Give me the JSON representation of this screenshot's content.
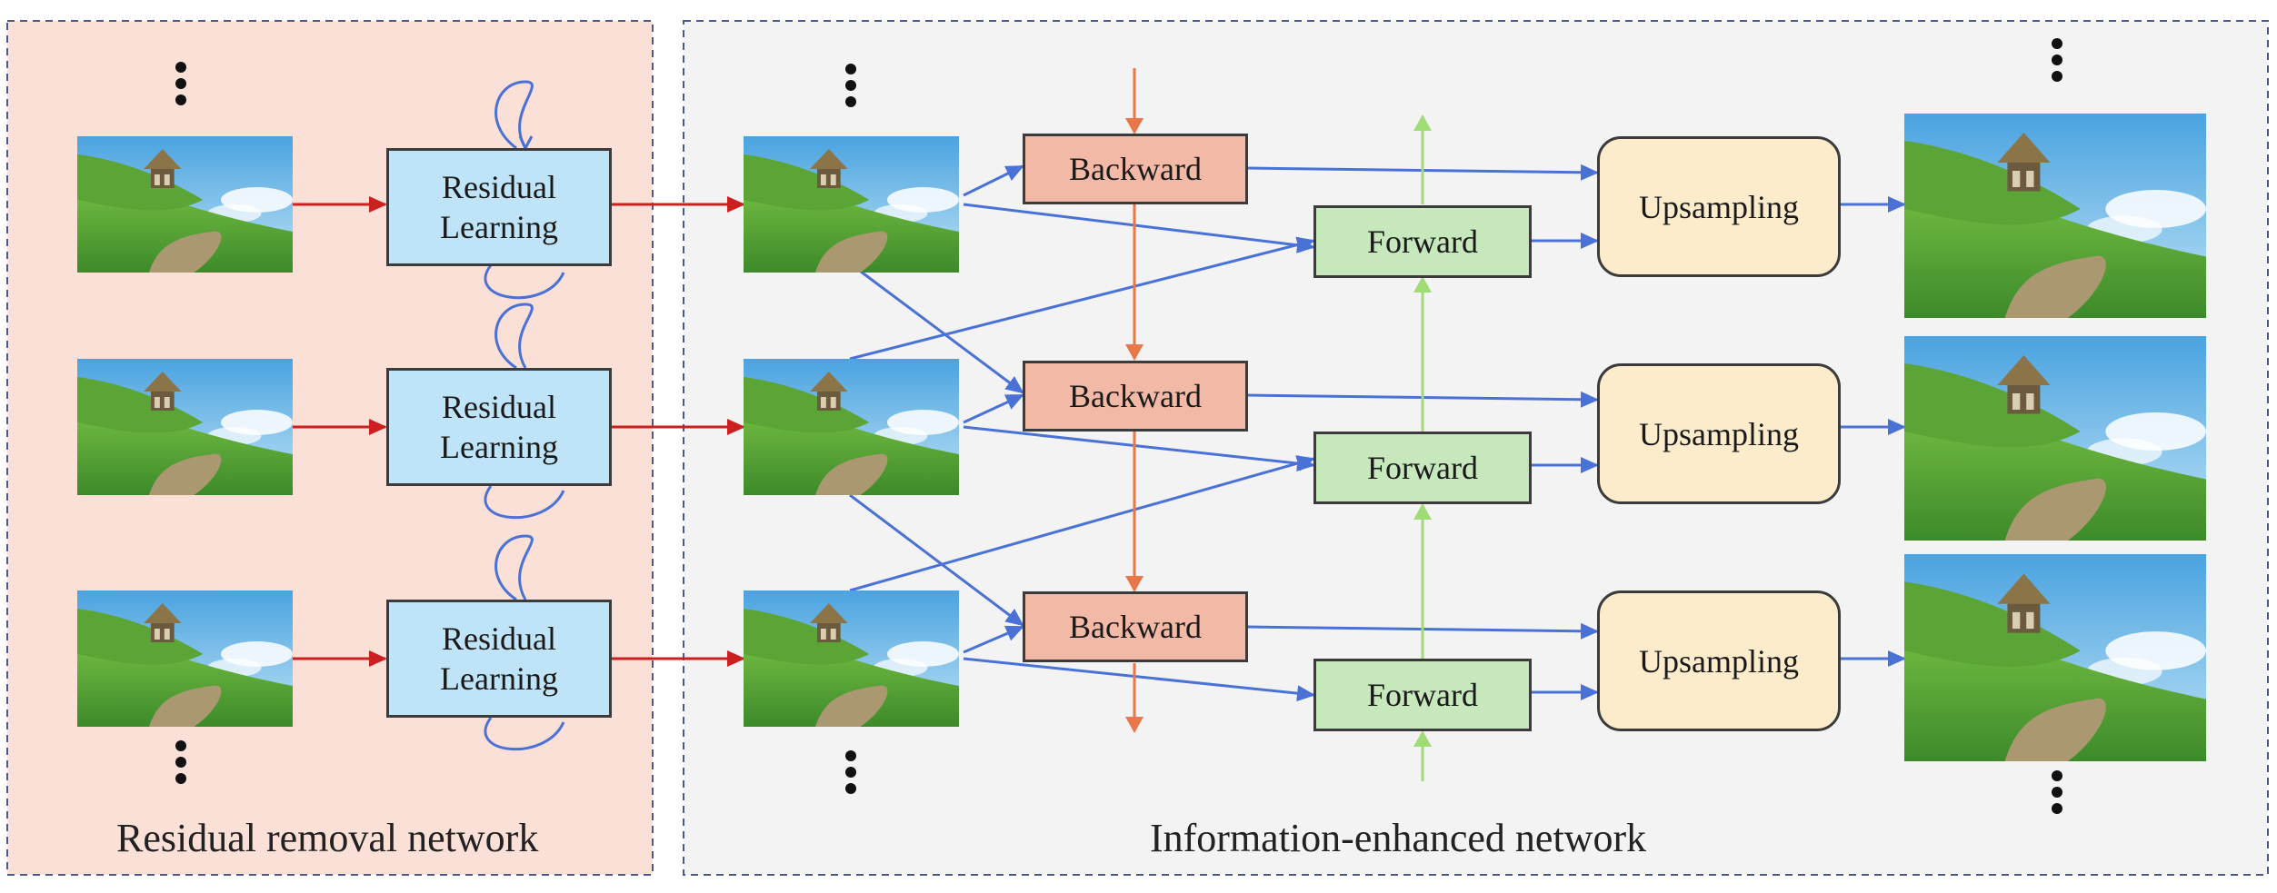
{
  "left_panel": {
    "title": "Residual removal network",
    "color": "#fbe0d8"
  },
  "right_panel": {
    "title": "Information-enhanced network",
    "color": "#f3f3f3"
  },
  "residual_blocks": [
    {
      "line1": "Residual",
      "line2": "Learning"
    },
    {
      "line1": "Residual",
      "line2": "Learning"
    },
    {
      "line1": "Residual",
      "line2": "Learning"
    }
  ],
  "backward_blocks": [
    "Backward",
    "Backward",
    "Backward"
  ],
  "forward_blocks": [
    "Forward",
    "Forward",
    "Forward"
  ],
  "upsampling_blocks": [
    "Upsampling",
    "Upsampling",
    "Upsampling"
  ],
  "colors": {
    "red_arrow": "#cc1f1f",
    "blue_arrow": "#4a72d6",
    "orange_arrow": "#e8774a",
    "green_arrow": "#9fdc76",
    "residual_fill": "#bfe3f7",
    "backward_fill": "#f2b9a6",
    "forward_fill": "#c7e8bd",
    "upsampling_fill": "#fdeccb"
  },
  "icons": [
    "landscape-frame-image",
    "ellipsis-dots"
  ]
}
